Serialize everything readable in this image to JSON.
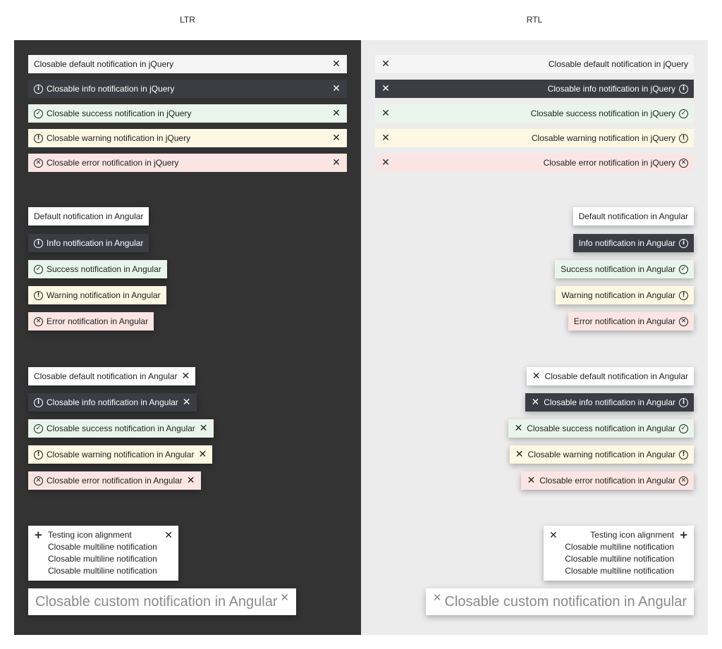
{
  "headers": {
    "ltr": "LTR",
    "rtl": "RTL"
  },
  "jquery": {
    "default": "Closable default notification in jQuery",
    "info": "Closable info notification in jQuery",
    "success": "Closable success notification in jQuery",
    "warning": "Closable warning notification in jQuery",
    "error": "Closable error notification in jQuery"
  },
  "angular": {
    "default": "Default notification in Angular",
    "info": "Info notification in Angular",
    "success": "Success notification in Angular",
    "warning": "Warning notification in Angular",
    "error": "Error notification in Angular"
  },
  "angular_closable": {
    "default": "Closable default notification in Angular",
    "info": "Closable info notification in Angular",
    "success": "Closable success notification in Angular",
    "warning": "Closable warning notification in Angular",
    "error": "Closable error notification in Angular"
  },
  "multiline": {
    "title": "Testing icon alignment",
    "lines": [
      "Closable multiline notification",
      "Closable multiline notification",
      "Closable multiline notification"
    ]
  },
  "custom": {
    "text": "Closable custom notification in Angular"
  },
  "glyphs": {
    "close": "✕",
    "info": "i",
    "success": "✓",
    "warning": "!",
    "error": "✕",
    "plus": "+"
  },
  "icons": {
    "close": "close-icon",
    "info": "info-icon",
    "success": "check-circle-icon",
    "warning": "warning-icon",
    "error": "error-icon",
    "plus": "plus-icon"
  },
  "colors": {
    "panel_ltr_bg": "#333333",
    "panel_rtl_bg": "#ececec",
    "default_bg": "#f5f5f5",
    "info_bg": "#3b3c44",
    "success_bg": "#e9f5ec",
    "warning_bg": "#fdf8e3",
    "error_bg": "#fbe5e3",
    "custom_text": "#8a8a8a"
  }
}
